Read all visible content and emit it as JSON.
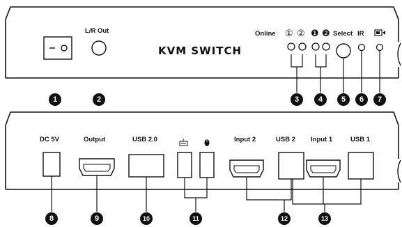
{
  "front_panel": {
    "title": "KVM SWITCH",
    "labels": {
      "lr_out": "L/R Out",
      "online": "Online",
      "online_1": "①",
      "online_2": "②",
      "input_1": "❶",
      "input_2": "❷",
      "select": "Select",
      "ir": "IR"
    },
    "power_switch_marks": {
      "off": "–",
      "on": "o"
    },
    "callouts": [
      "1",
      "2",
      "3",
      "4",
      "5",
      "6",
      "7"
    ]
  },
  "back_panel": {
    "labels": {
      "dc": "DC 5V",
      "output": "Output",
      "usb20": "USB 2.0",
      "input2": "Input 2",
      "usb2": "USB 2",
      "input1": "Input 1",
      "usb1": "USB 1"
    },
    "callouts": [
      "8",
      "9",
      "10",
      "11",
      "12",
      "13"
    ]
  },
  "icons": {
    "keyboard": "keyboard-icon",
    "mouse": "mouse-icon",
    "hotkey_switch": "screen-switch-icon"
  }
}
